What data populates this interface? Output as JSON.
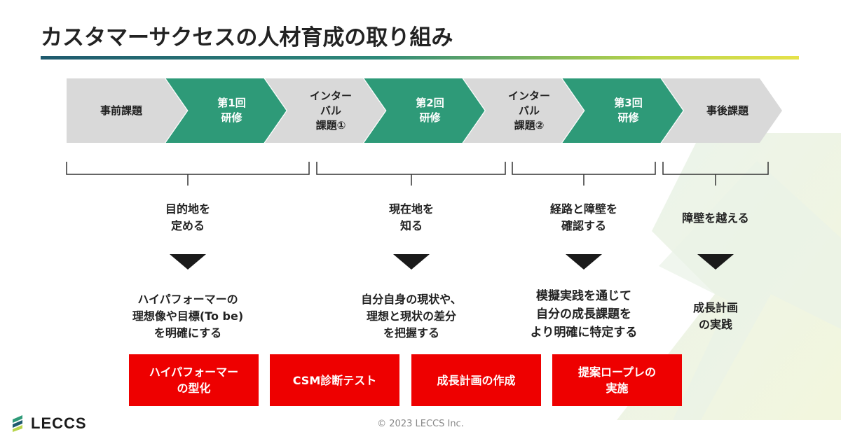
{
  "title": "カスタマーサクセスの人材育成の取り組み",
  "colors": {
    "grey": "#d9d9d9",
    "green": "#2e9a78",
    "red": "#ee0000",
    "text": "#222222"
  },
  "steps": [
    {
      "kind": "grey",
      "lines": [
        "事前課題"
      ]
    },
    {
      "kind": "green",
      "lines": [
        "第1回",
        "研修"
      ]
    },
    {
      "kind": "grey",
      "lines": [
        "インター",
        "バル",
        "課題①"
      ]
    },
    {
      "kind": "green",
      "lines": [
        "第2回",
        "研修"
      ]
    },
    {
      "kind": "grey",
      "lines": [
        "インター",
        "バル",
        "課題②"
      ]
    },
    {
      "kind": "green",
      "lines": [
        "第3回",
        "研修"
      ]
    },
    {
      "kind": "grey",
      "lines": [
        "事後課題"
      ]
    }
  ],
  "goals": [
    {
      "lines": [
        "目的地を",
        "定める"
      ]
    },
    {
      "lines": [
        "現在地を",
        "知る"
      ]
    },
    {
      "lines": [
        "経路と障壁を",
        "確認する"
      ]
    },
    {
      "lines": [
        "障壁を越える"
      ]
    }
  ],
  "outcomes": [
    {
      "lines": [
        "ハイパフォーマーの",
        "理想像や目標(To be)",
        "を明確にする"
      ]
    },
    {
      "lines": [
        "自分自身の現状や、",
        "理想と現状の差分",
        "を把握する"
      ]
    },
    {
      "lines": [
        "模擬実践を通じて",
        "自分の成長課題を",
        "より明確に特定する"
      ]
    },
    {
      "lines": [
        "成長計画",
        "の実践"
      ]
    }
  ],
  "activities": [
    {
      "lines": [
        "ハイパフォーマー",
        "の型化"
      ]
    },
    {
      "lines": [
        "CSM診断テスト"
      ]
    },
    {
      "lines": [
        "成長計画の作成"
      ]
    },
    {
      "lines": [
        "提案ロープレの",
        "実施"
      ]
    }
  ],
  "logo": {
    "text": "LECCS",
    "icon": "leccs-logo-icon"
  },
  "copyright": "© 2023 LECCS Inc."
}
